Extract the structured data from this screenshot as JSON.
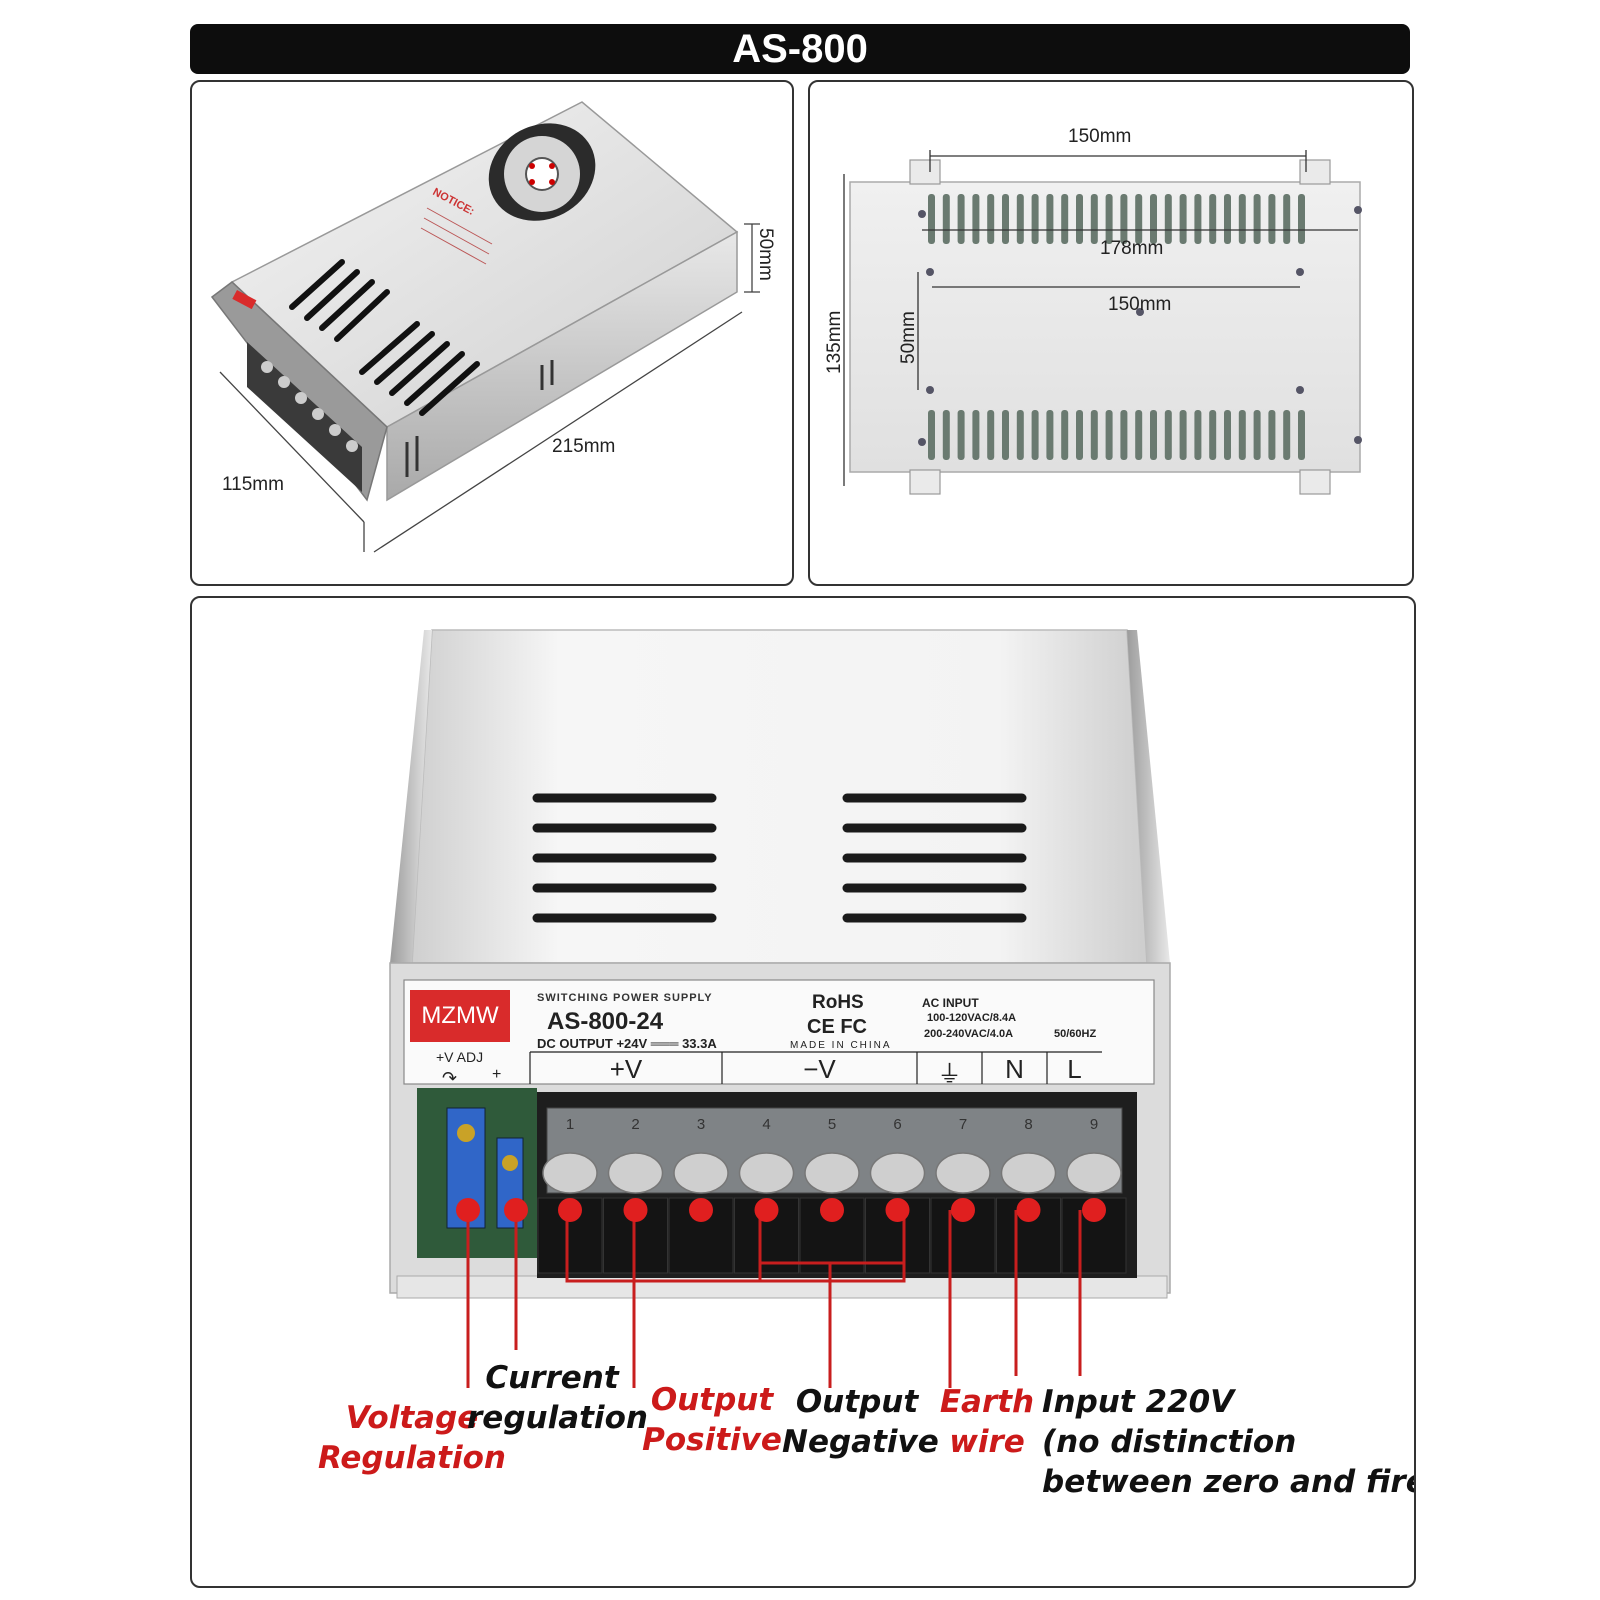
{
  "title": "AS-800",
  "top_left": {
    "notice": "NOTICE:",
    "dim_length": "215mm",
    "dim_width": "115mm",
    "dim_height": "50mm"
  },
  "top_right": {
    "dim_top": "150mm",
    "dim_mid": "178mm",
    "dim_inner": "150mm",
    "dim_inner_v": "50mm",
    "dim_outer_v": "135mm"
  },
  "label_plate": {
    "brand": "MZMW",
    "product_type": "SWITCHING POWER SUPPLY",
    "model": "AS-800-24",
    "dc_output": "DC OUTPUT +24V",
    "dc_symbol": "═══",
    "dc_current": "33.3A",
    "rohs": "RoHS",
    "cert": "CE FC",
    "made_in": "MADE IN CHINA",
    "ac_input": "AC INPUT",
    "ac_line1": "100-120VAC/8.4A",
    "ac_line2": "200-240VAC/4.0A",
    "ac_freq": "50/60HZ",
    "adj_label": "+V ADJ",
    "adj_sign": "+",
    "term_pos": "+V",
    "term_neg": "−V",
    "term_n": "N",
    "term_l": "L",
    "terminal_numbers": [
      "1",
      "2",
      "3",
      "4",
      "5",
      "6",
      "7",
      "8",
      "9"
    ]
  },
  "callouts": {
    "voltage": [
      "Voltage",
      "Regulation"
    ],
    "current": [
      "Current",
      "regulation"
    ],
    "out_pos": [
      "Output",
      "Positive"
    ],
    "out_neg": [
      "Output",
      "Negative"
    ],
    "earth": [
      "Earth",
      "wire"
    ],
    "input": [
      "Input 220V",
      "(no distinction",
      "between zero and fire)"
    ]
  },
  "colors": {
    "accent_red": "#cc1a1a",
    "brand_red": "#d92b2b",
    "metal": "#d9d9d9",
    "title_bg": "#0d0d0d"
  }
}
